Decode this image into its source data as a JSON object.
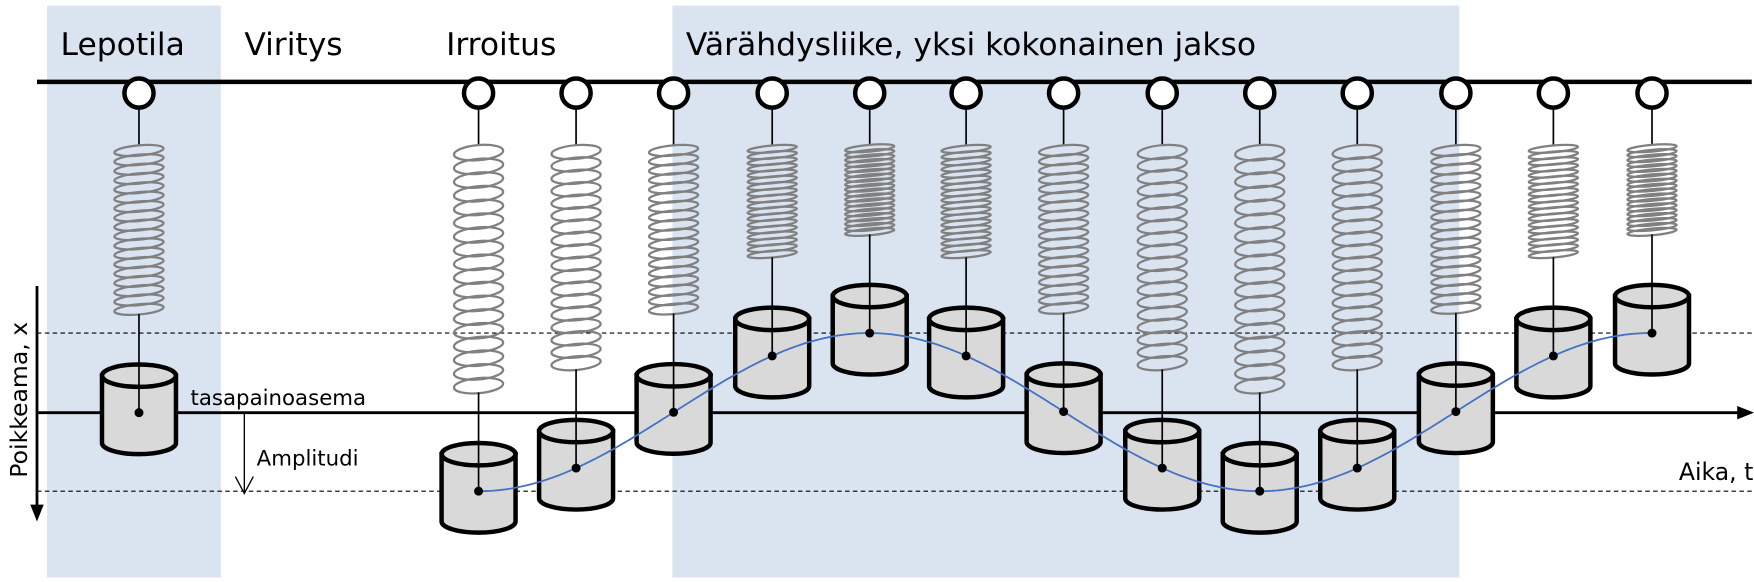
{
  "phases": {
    "rest": "Lepotila",
    "tension": "Viritys",
    "release": "Irroitus",
    "oscillation": "Värähdysliike, yksi kokonainen jakso"
  },
  "axes": {
    "y_label": "Poikkeama, x",
    "x_label": "Aika, t"
  },
  "annotations": {
    "equilibrium": "tasapainoasema",
    "amplitude": "Amplitudi"
  },
  "colors": {
    "band": "#dae3f0",
    "curve": "#4472c4",
    "mass_fill": "#d9d9d9",
    "spring": "#808080"
  }
}
